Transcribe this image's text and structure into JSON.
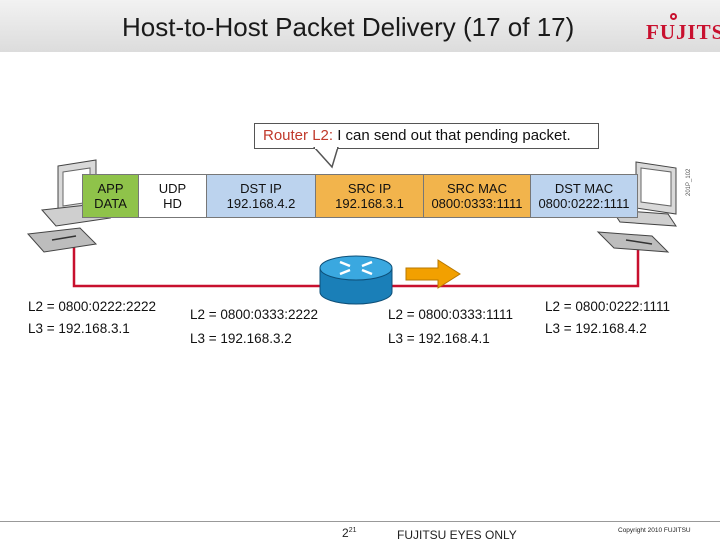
{
  "title": "Host-to-Host Packet Delivery (17 of 17)",
  "logo": "FUJITSU",
  "callout": {
    "speaker": "Router L2:",
    "text": " I can send out that pending packet."
  },
  "packet_fields": [
    {
      "line1": "APP",
      "line2": "DATA"
    },
    {
      "line1": "UDP",
      "line2": "HD"
    },
    {
      "line1": "DST IP",
      "line2": "192.168.4.2"
    },
    {
      "line1": "SRC IP",
      "line2": "192.168.3.1"
    },
    {
      "line1": "SRC MAC",
      "line2": "0800:0333:1111"
    },
    {
      "line1": "DST MAC",
      "line2": "0800:0222:1111"
    }
  ],
  "vertical_code": "201P_102",
  "host_left": {
    "l2": "L2 = 0800:0222:2222",
    "l3": "L3 = 192.168.3.1"
  },
  "router_left": {
    "l2": "L2 = 0800:0333:2222",
    "l3": "L3 = 192.168.3.2"
  },
  "router_right": {
    "l2": "L2 = 0800:0333:1111",
    "l3": "L3 = 192.168.4.1"
  },
  "host_right": {
    "l2": "L2 = 0800:0222:1111",
    "l3": "L3 = 192.168.4.2"
  },
  "footer": {
    "page": "2",
    "page_sup": "21",
    "confidential": "FUJITSU EYES ONLY",
    "copyright": "Copyright 2010 FUJITSU"
  },
  "colors": {
    "brand": "#c8102e",
    "wire": "#c8102e",
    "app": "#8fc34a",
    "blue_field": "#bcd3ee",
    "orange_field": "#f2b44c",
    "router": "#1e90c8",
    "arrow": "#f2a000"
  }
}
